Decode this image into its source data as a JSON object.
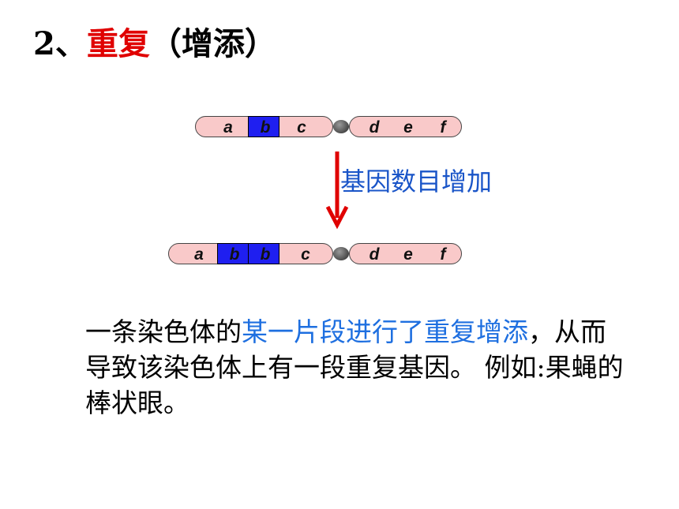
{
  "title": {
    "number": "2、",
    "highlight": "重复",
    "rest": "（增添）"
  },
  "colors": {
    "title_highlight": "#e00000",
    "arm_fill": "#f9c9c9",
    "band_fill": "#1f1ff0",
    "arrow": "#e00000",
    "annotation": "#1a55c8",
    "emphasis_text": "#1e6fe0"
  },
  "chromosome_normal": {
    "genes": [
      "a",
      "b",
      "c",
      "d",
      "e",
      "f"
    ]
  },
  "arrow_label": "基因数目增加",
  "chromosome_duplicated": {
    "genes": [
      "a",
      "b",
      "b",
      "c",
      "d",
      "e",
      "f"
    ]
  },
  "description": {
    "part1": "一条染色体的",
    "highlight": "某一片段进行了重复增添",
    "part2": "，从而导致该染色体上有一段重复基因。 例如:果蝇的棒状眼。"
  }
}
